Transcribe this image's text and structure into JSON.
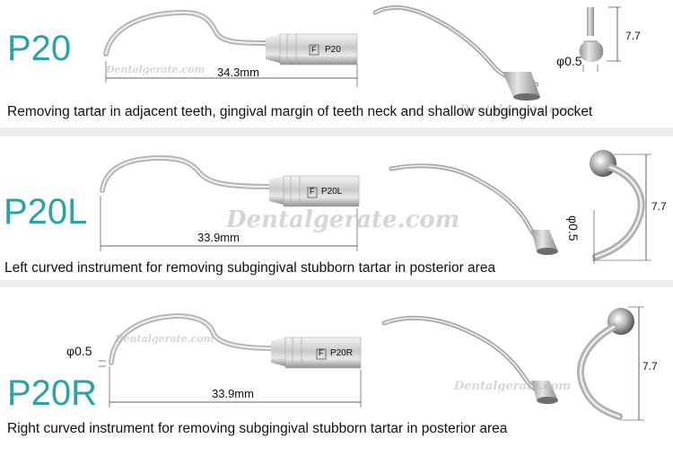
{
  "watermark": "Dentalgerate.com",
  "items": [
    {
      "code": "P20",
      "length": "34.3mm",
      "engraving": "P20",
      "brand_mark": "F",
      "tip_diameter": "φ0.5",
      "height": "7.7",
      "description": "Removing tartar in adjacent teeth, gingival margin of teeth neck and shallow subgingival pocket"
    },
    {
      "code": "P20L",
      "length": "33.9mm",
      "engraving": "P20L",
      "brand_mark": "F",
      "tip_diameter": "φ0.5",
      "height": "7.7",
      "description": "Left curved instrument for removing subgingival stubborn tartar in posterior area"
    },
    {
      "code": "P20R",
      "length": "33.9mm",
      "engraving": "P20R",
      "brand_mark": "F",
      "tip_diameter": "φ0.5",
      "height": "7.7",
      "description": "Right curved instrument for removing subgingival stubborn tartar in posterior area"
    }
  ],
  "colors": {
    "code_text": "#2aa3a6",
    "separator": "#ededed",
    "metal_light": "#eeeeee",
    "metal_dark": "#8a8a8a"
  }
}
